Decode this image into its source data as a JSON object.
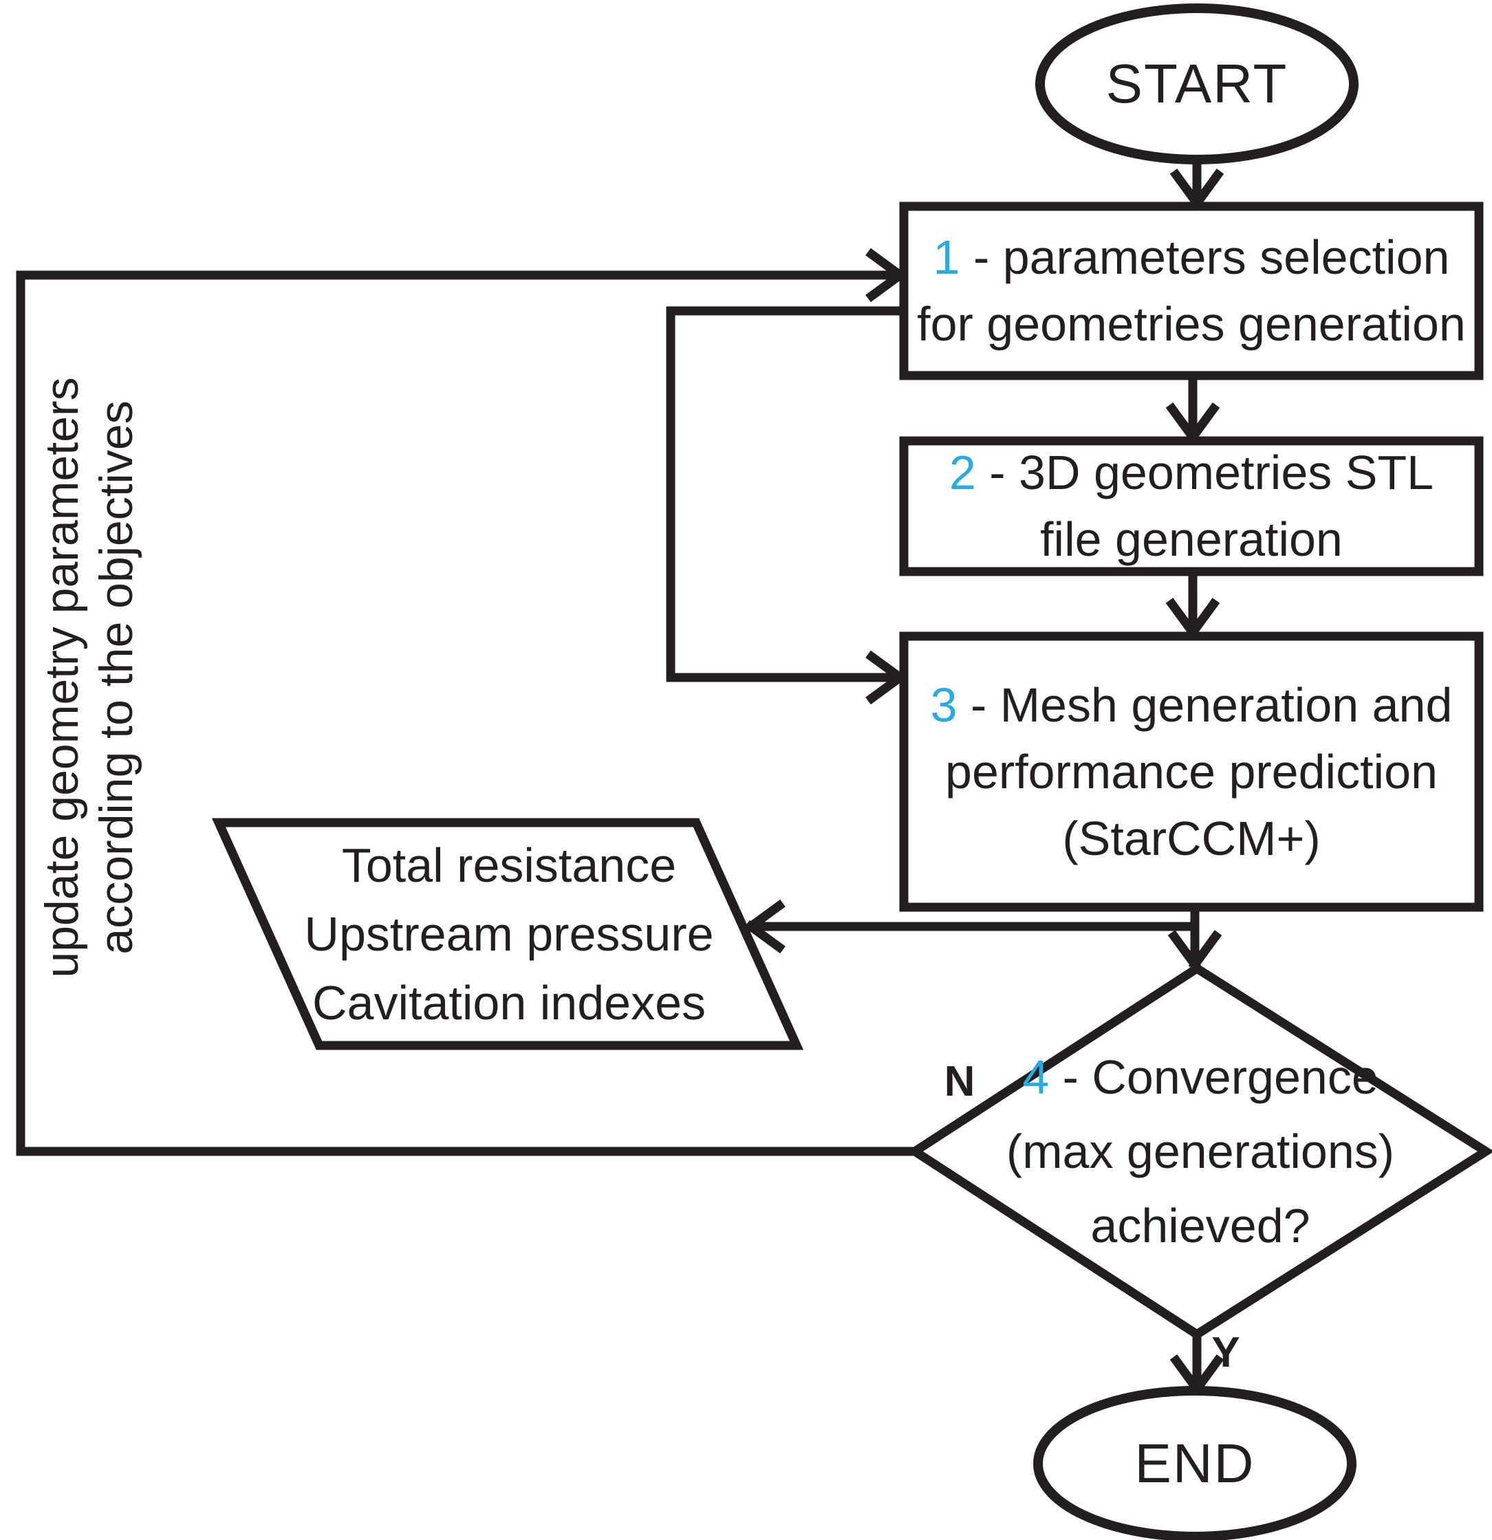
{
  "colors": {
    "accent": "#29ABE2",
    "ink": "#231F20"
  },
  "flow": {
    "start": {
      "label": "START"
    },
    "step1": {
      "num": "1",
      "line1_rest": "- parameters selection",
      "line2": "for geometries generation"
    },
    "step2": {
      "num": "2",
      "line1_rest": "- 3D geometries STL",
      "line2": "file generation"
    },
    "step3": {
      "num": "3",
      "line1_rest": "- Mesh generation and",
      "line2": "performance prediction",
      "line3": "(StarCCM+)"
    },
    "output": {
      "line1": "Total resistance",
      "line2": "Upstream pressure",
      "line3": "Cavitation indexes"
    },
    "decision": {
      "num": "4",
      "line1_rest": "- Convergence",
      "line2": "(max generations)",
      "line3": "achieved?"
    },
    "branch": {
      "no": "N",
      "yes": "Y"
    },
    "note": {
      "line1": "update geometry parameters",
      "line2": "according to the objectives"
    },
    "end": {
      "label": "END"
    }
  }
}
